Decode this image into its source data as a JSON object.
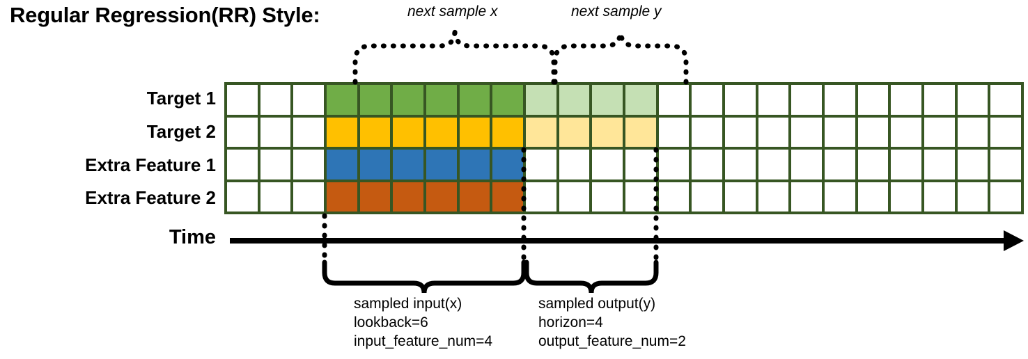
{
  "title": "Regular Regression(RR) Style:",
  "rows": [
    {
      "label": "Target 1",
      "color": "#70AD47",
      "light": "#C5E0B4"
    },
    {
      "label": "Target 2",
      "color": "#FFC000",
      "light": "#FFE699"
    },
    {
      "label": "Extra Feature 1",
      "color": "#2E75B6",
      "light": null
    },
    {
      "label": "Extra Feature 2",
      "color": "#C55A11",
      "light": null
    }
  ],
  "grid": {
    "columns": 24,
    "rows": 4,
    "lead_blank_cols": 3,
    "input_cols": 6,
    "output_cols": 4,
    "trail_blank_cols": 11,
    "border_color": "#375623",
    "empty_color": "#ffffff"
  },
  "annotations": {
    "top_left": "next sample x",
    "top_right": "next sample y"
  },
  "time_axis": {
    "label": "Time"
  },
  "brackets": {
    "input": {
      "line1": "sampled input(x)",
      "line2": "lookback=6",
      "line3": "input_feature_num=4"
    },
    "output": {
      "line1": "sampled output(y)",
      "line2": "horizon=4",
      "line3": "output_feature_num=2"
    }
  }
}
